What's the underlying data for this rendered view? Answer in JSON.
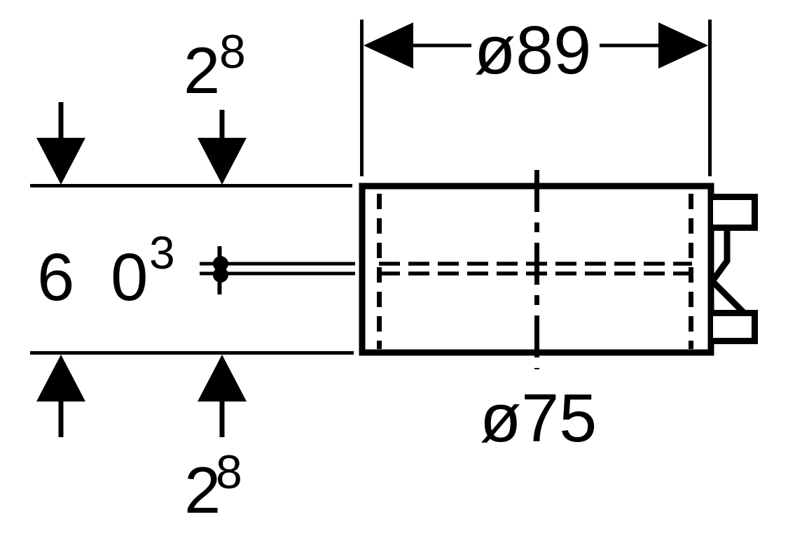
{
  "drawing": {
    "colors": {
      "background": "#ffffff",
      "line": "#000000"
    },
    "dimensions": {
      "wall_thickness_top": {
        "main": "2",
        "sup": "8"
      },
      "outer_diameter": "ø89",
      "pipe_diameter": {
        "digit_tens": "6",
        "digit_ones": "0",
        "sup": "3"
      },
      "inner_diameter": "ø75",
      "wall_thickness_bottom": {
        "main": "2",
        "sup": "8"
      }
    }
  }
}
